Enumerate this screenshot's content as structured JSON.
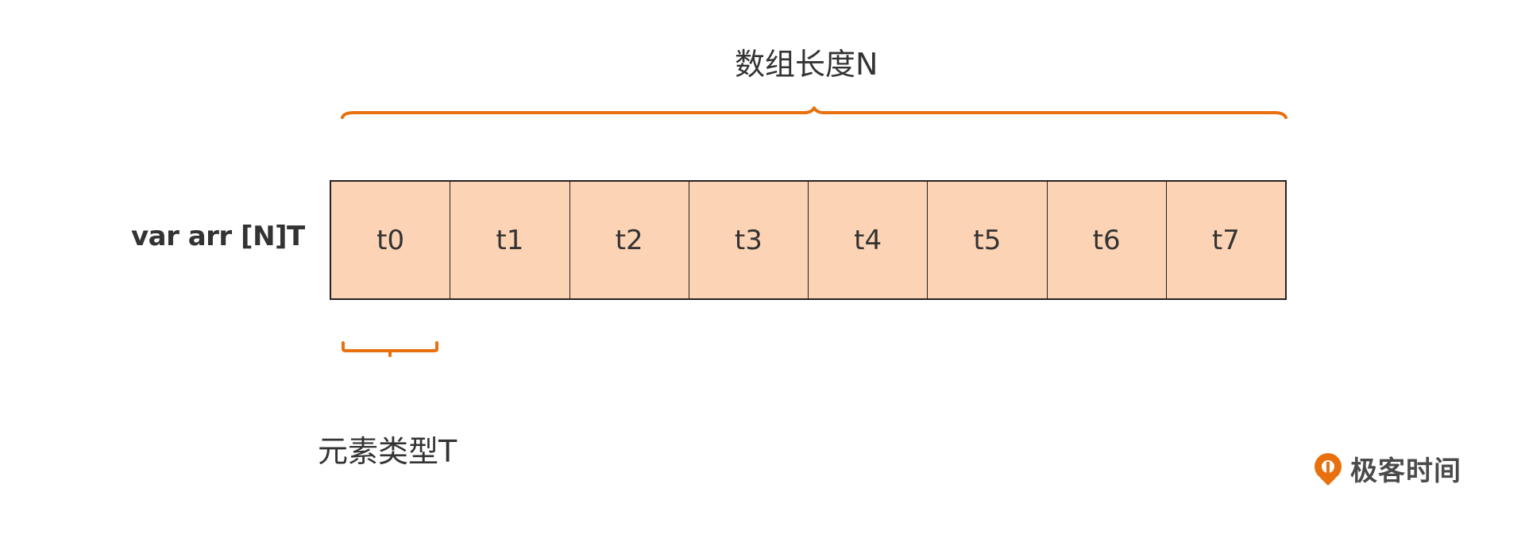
{
  "diagram": {
    "title": "数组长度N",
    "declaration": "var arr [N]T",
    "element_type_label": "元素类型T",
    "cells": [
      "t0",
      "t1",
      "t2",
      "t3",
      "t4",
      "t5",
      "t6",
      "t7"
    ],
    "colors": {
      "brace": "#e8700f",
      "cell_fill": "#fcd3b4",
      "cell_border": "#222222",
      "text": "#333333"
    }
  },
  "branding": {
    "logo_text": "极客时间",
    "logo_color": "#e8700f"
  }
}
